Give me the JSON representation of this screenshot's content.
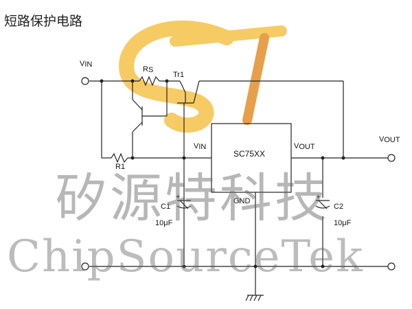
{
  "title": "短路保护电路",
  "labels": {
    "vin_terminal": {
      "main": "V",
      "sub": "IN"
    },
    "rs": {
      "main": "R",
      "sub": "S"
    },
    "tr1": "Tr1",
    "r1": "R1",
    "ic_vin": {
      "main": "V",
      "sub": "IN"
    },
    "ic_part": "SC75XX",
    "ic_vout": {
      "main": "V",
      "sub": "OUT"
    },
    "ic_gnd": "GND",
    "vout_terminal": {
      "main": "V",
      "sub": "OUT"
    },
    "c1": "C1",
    "c1_value": "10μF",
    "c1_plus": "+",
    "c2": "C2",
    "c2_value": "10μF",
    "c2_plus": "+"
  },
  "watermark": {
    "chinese": "矽源特科技",
    "english": "ChipSourceTek",
    "logo_colors": [
      "#f6c24a",
      "#e58f2a"
    ]
  }
}
